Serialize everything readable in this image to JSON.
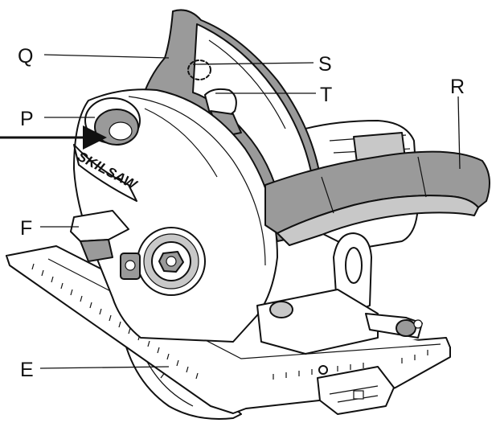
{
  "diagram": {
    "brand_text": "SKILSAW",
    "callouts": [
      {
        "id": "Q",
        "label": "Q"
      },
      {
        "id": "S",
        "label": "S"
      },
      {
        "id": "T",
        "label": "T"
      },
      {
        "id": "R",
        "label": "R"
      },
      {
        "id": "P",
        "label": "P"
      },
      {
        "id": "F",
        "label": "F"
      },
      {
        "id": "E",
        "label": "E"
      }
    ]
  },
  "colors": {
    "ink": "#111111",
    "shading": "#9a9a9a",
    "shading_light": "#c8c8c8",
    "background": "#ffffff"
  }
}
